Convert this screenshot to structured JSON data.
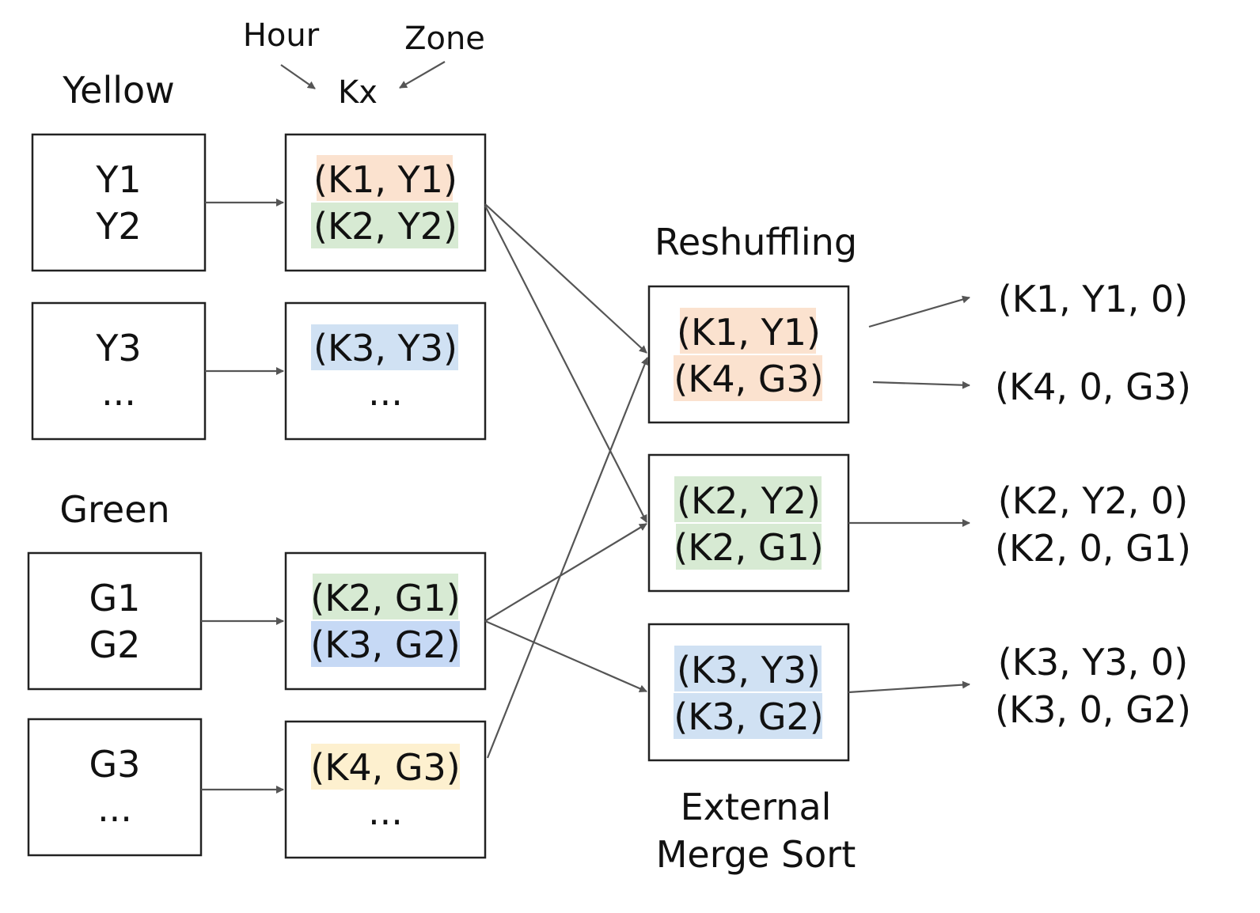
{
  "labels": {
    "yellow": "Yellow",
    "green": "Green",
    "hour": "Hour",
    "zone": "Zone",
    "kx": "Kx",
    "reshuffling": "Reshuffling",
    "external": "External",
    "merge_sort": "Merge Sort"
  },
  "colors": {
    "orange_highlight": "#fbe2cf",
    "green_highlight": "#d7ead3",
    "blue_highlight": "#d0e1f3",
    "blue_strong_highlight": "#c6d9f5",
    "yellow_highlight": "#fdf0cf",
    "arrow": "#555555"
  },
  "yellow_boxes": [
    {
      "line1": "Y1",
      "line2": "Y2"
    },
    {
      "line1": "Y3",
      "line2": "..."
    }
  ],
  "green_boxes": [
    {
      "line1": "G1",
      "line2": "G2"
    },
    {
      "line1": "G3",
      "line2": "..."
    }
  ],
  "keyed_yellow": [
    {
      "line1": "(K1, Y1)",
      "line2": "(K2, Y2)"
    },
    {
      "line1": "(K3, Y3)",
      "line2": "..."
    }
  ],
  "keyed_green": [
    {
      "line1": "(K2, G1)",
      "line2": "(K3, G2)"
    },
    {
      "line1": "(K4, G3)",
      "line2": "..."
    }
  ],
  "shuffled": [
    {
      "line1": "(K1, Y1)",
      "line2": "(K4, G3)"
    },
    {
      "line1": "(K2, Y2)",
      "line2": "(K2, G1)"
    },
    {
      "line1": "(K3, Y3)",
      "line2": "(K3, G2)"
    }
  ],
  "outputs": [
    {
      "line1": "(K1, Y1, 0)",
      "line2": "(K4, 0, G3)"
    },
    {
      "line1": "(K2, Y2, 0)",
      "line2": "(K2, 0, G1)"
    },
    {
      "line1": "(K3, Y3, 0)",
      "line2": "(K3, 0, G2)"
    }
  ]
}
